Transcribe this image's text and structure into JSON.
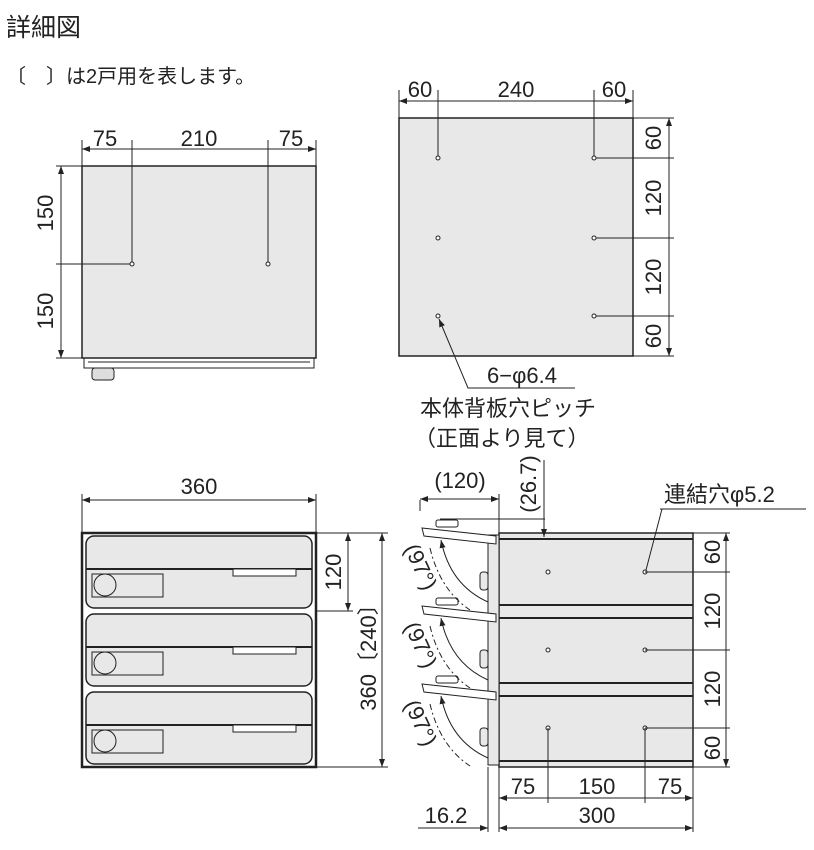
{
  "title": "詳細図",
  "note": "〔　〕は2戸用を表します。",
  "top_view": {
    "dims_h": [
      "75",
      "210",
      "75"
    ],
    "dims_v": [
      "150",
      "150"
    ]
  },
  "back_view": {
    "dims_h": [
      "60",
      "240",
      "60"
    ],
    "dims_v": [
      "60",
      "120",
      "120",
      "60"
    ],
    "hole_spec": "6−φ6.4",
    "caption_1": "本体背板穴ピッチ",
    "caption_2": "（正面より見て）"
  },
  "front_view": {
    "width": "360",
    "unit_height": "120",
    "total_height": "360〔240〕"
  },
  "side_view": {
    "door_depth": "(120)",
    "offset": "(26.7)",
    "door_angle": "(97°)",
    "connect_hole": "連結穴φ5.2",
    "dims_v": [
      "60",
      "120",
      "120",
      "60"
    ],
    "dims_h": [
      "75",
      "150",
      "75"
    ],
    "depth": "300",
    "front_thickness": "16.2"
  }
}
